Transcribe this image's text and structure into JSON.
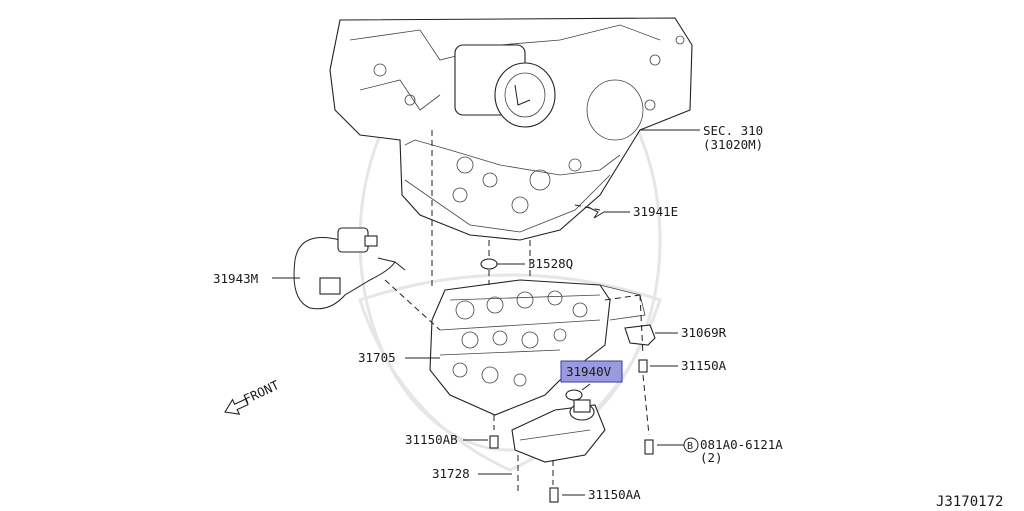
{
  "labels": {
    "sec310": "SEC. 310",
    "sec310_sub": "(31020M)",
    "p31941E": "31941E",
    "p31943M": "31943M",
    "p31528Q": "31528Q",
    "p31069R": "31069R",
    "p31705": "31705",
    "p31940V": "31940V",
    "p31150A": "31150A",
    "p31150AB": "31150AB",
    "p31728": "31728",
    "p31150AA": "31150AA",
    "bolt_code": "081A0-6121A",
    "bolt_circle": "B",
    "bolt_qty": "(2)",
    "front": "FRONT",
    "diagram_id": "J3170172"
  },
  "colors": {
    "highlight_fill": "#9a9ae0",
    "highlight_border": "#3a3aa0",
    "line": "#222222",
    "watermark": "#e6e6e6"
  },
  "icons": {
    "front_arrow": "front-arrow-icon",
    "circled_b": "circled-b-icon"
  }
}
